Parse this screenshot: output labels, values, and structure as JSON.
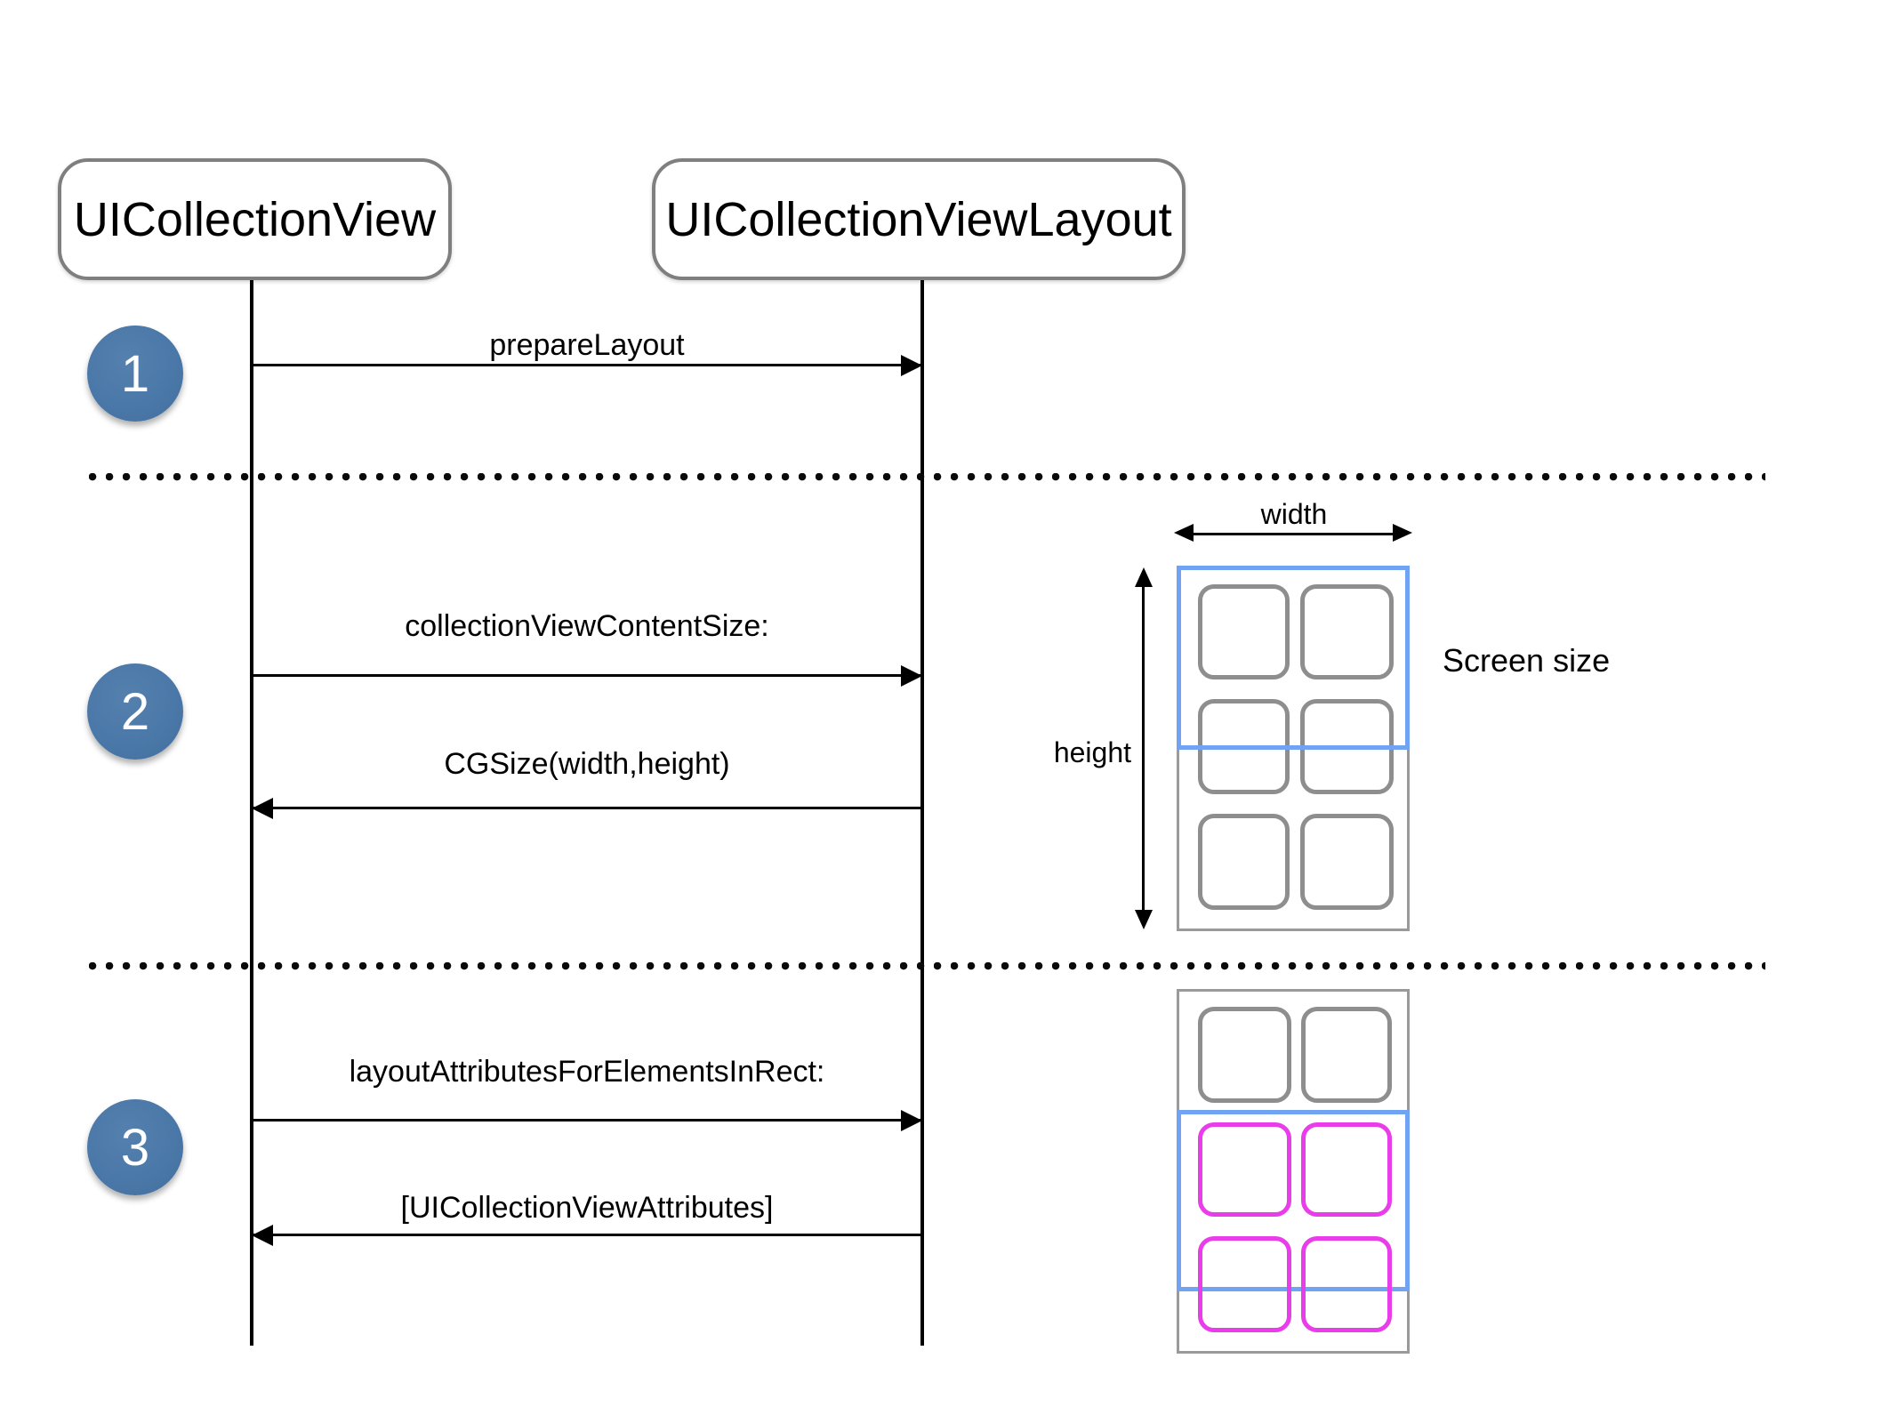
{
  "diagram": {
    "title_hint": "UICollectionView layout sequence diagram",
    "participants": [
      {
        "id": "uicollectionview",
        "label": "UICollectionView"
      },
      {
        "id": "uicollectionviewlayout",
        "label": "UICollectionViewLayout"
      }
    ],
    "steps": [
      {
        "number": "1",
        "messages": [
          {
            "label": "prepareLayout",
            "direction": "right"
          }
        ]
      },
      {
        "number": "2",
        "messages": [
          {
            "label": "collectionViewContentSize:",
            "direction": "right"
          },
          {
            "label": "CGSize(width,height)",
            "direction": "left"
          }
        ]
      },
      {
        "number": "3",
        "messages": [
          {
            "label": "layoutAttributesForElementsInRect:",
            "direction": "right"
          },
          {
            "label": "[UICollectionViewAttributes]",
            "direction": "left"
          }
        ]
      }
    ],
    "annotations": {
      "width_label": "width",
      "height_label": "height",
      "screen_size_label": "Screen size"
    },
    "colors": {
      "step_circle": "#4a78a8",
      "screen_rect_border": "#70a3f2",
      "visible_cell_border": "#e93de9",
      "cell_border": "#8e8e8e",
      "outer_rect_border": "#9a9a9a",
      "participant_border": "#7f7f7f",
      "line": "#000000"
    }
  }
}
